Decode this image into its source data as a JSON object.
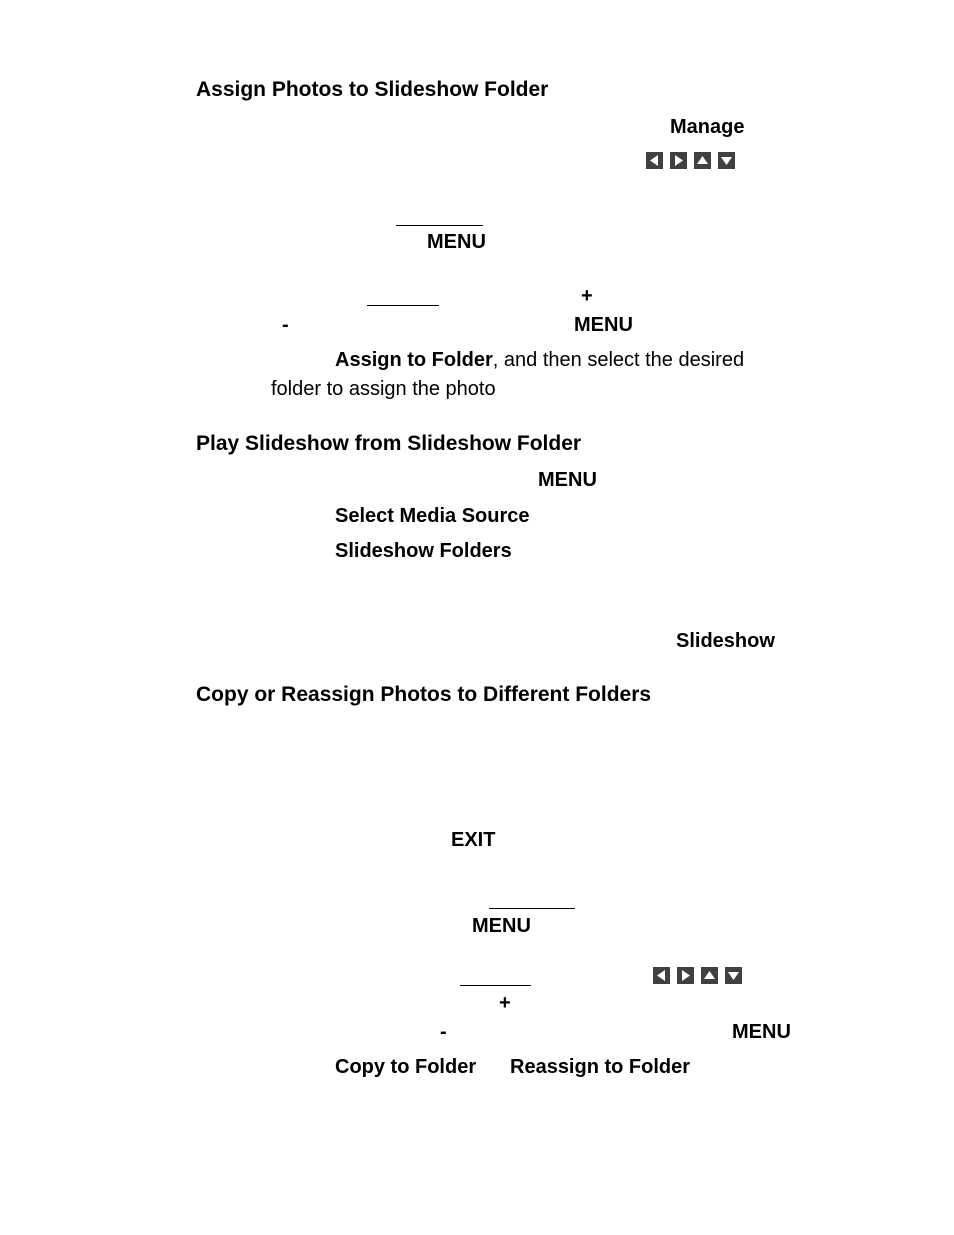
{
  "section1": {
    "heading": "Assign Photos to Slideshow Folder",
    "manage": "Manage",
    "menu_1": "MENU",
    "plus": "+",
    "minus": "-",
    "menu_2": "MENU",
    "assign_to_folder": "Assign to Folder",
    "assign_rest": ", and then select the desired",
    "assign_line2": "folder to assign the photo"
  },
  "section2": {
    "heading": "Play Slideshow from Slideshow Folder",
    "menu": "MENU",
    "select_media_source": "Select Media Source",
    "slideshow_folders": "Slideshow Folders",
    "slideshow": "Slideshow"
  },
  "section3": {
    "heading": "Copy or Reassign Photos to Different Folders",
    "exit": "EXIT",
    "menu_1": "MENU",
    "plus": "+",
    "minus": "-",
    "menu_2": "MENU",
    "copy_to_folder": "Copy to Folder",
    "reassign_to_folder": "Reassign to Folder"
  },
  "icons": [
    "arrow-left-icon",
    "arrow-right-icon",
    "arrow-up-icon",
    "arrow-down-icon"
  ]
}
